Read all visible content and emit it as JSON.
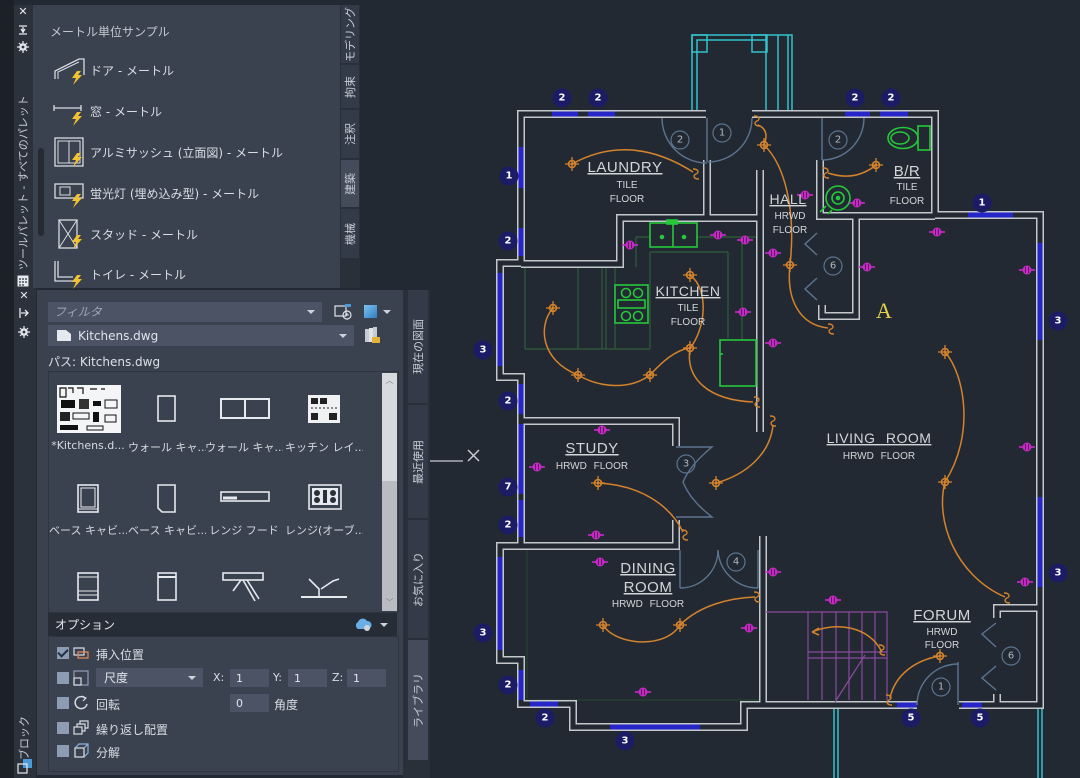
{
  "colors": {
    "canvas_background": "#222932",
    "palette_background": "#3a414f",
    "wall": "#c4c8cc",
    "window": "#2626c8",
    "window_tag": "#1b1b66",
    "door": "#5d7490",
    "porch": "#33c3c9",
    "lighting": "#d4832c",
    "outlet": "#d22bd2",
    "appliance": "#25c83a",
    "cabinet": "#2f5e3c",
    "stair": "#8a4aa0",
    "grid_marker": "#e6d24a",
    "tool_bolt": "#f2c230"
  },
  "tool_palette": {
    "title": "ツールパレット - すべてのパレット",
    "section_header": "メートル単位サンプル",
    "items": [
      {
        "label": "ドア - メートル",
        "icon": "door-icon"
      },
      {
        "label": "窓 - メートル",
        "icon": "window-icon"
      },
      {
        "label": "アルミサッシュ (立面図) - メートル",
        "icon": "aluminum-sash-icon"
      },
      {
        "label": "蛍光灯 (埋め込み型) - メートル",
        "icon": "fluorescent-light-icon"
      },
      {
        "label": "スタッド - メートル",
        "icon": "stud-icon"
      },
      {
        "label": "トイレ - メートル",
        "icon": "toilet-icon"
      }
    ],
    "tabs": [
      {
        "label": "モデリング",
        "active": false
      },
      {
        "label": "拘束",
        "active": false
      },
      {
        "label": "注釈",
        "active": false
      },
      {
        "label": "建築",
        "active": true
      },
      {
        "label": "機械",
        "active": false
      }
    ]
  },
  "blocks_palette": {
    "title": "ブロック",
    "filter": {
      "placeholder": "フィルタ",
      "value": ""
    },
    "file_select": {
      "value": "Kitchens.dwg"
    },
    "path_label": "パス: Kitchens.dwg",
    "blocks": [
      {
        "label": "*Kitchens.d..."
      },
      {
        "label": "ウォール キャ..."
      },
      {
        "label": "ウォール キャ..."
      },
      {
        "label": "キッチン レイ..."
      },
      {
        "label": "ベース キャビ..."
      },
      {
        "label": "ベース キャビ..."
      },
      {
        "label": "レンジ フード"
      },
      {
        "label": "レンジ(オーブ..."
      }
    ],
    "options": {
      "header": "オプション",
      "rows": [
        {
          "label": "挿入位置",
          "checked": true
        },
        {
          "label": "尺度",
          "checked": false
        },
        {
          "label": "回転",
          "checked": false
        },
        {
          "label": "繰り返し配置",
          "checked": false
        },
        {
          "label": "分解",
          "checked": false
        }
      ],
      "scale": {
        "mode": "尺度",
        "x_label": "X:",
        "x": "1",
        "y_label": "Y:",
        "y": "1",
        "z_label": "Z:",
        "z": "1"
      },
      "rotation": {
        "angle": "0",
        "angle_label": "角度"
      }
    },
    "tabs": [
      {
        "label": "現在の図面",
        "active": false
      },
      {
        "label": "最近使用",
        "active": false
      },
      {
        "label": "お気に入り",
        "active": false
      },
      {
        "label": "ライブラリ",
        "active": true
      }
    ]
  },
  "drawing": {
    "rooms": [
      {
        "name_lines": [
          "LAUNDRY"
        ],
        "floor_lines": [
          "TILE",
          "FLOOR"
        ]
      },
      {
        "name_lines": [
          "HALL"
        ],
        "floor_lines": [
          "HRWD",
          "FLOOR"
        ]
      },
      {
        "name_lines": [
          "B/R"
        ],
        "floor_lines": [
          "TILE",
          "FLOOR"
        ]
      },
      {
        "name_lines": [
          "KITCHEN"
        ],
        "floor_lines": [
          "TILE",
          "FLOOR"
        ]
      },
      {
        "name_lines": [
          "LIVING ROOM"
        ],
        "floor_lines": [
          "HRWD FLOOR"
        ]
      },
      {
        "name_lines": [
          "STUDY"
        ],
        "floor_lines": [
          "HRWD FLOOR"
        ]
      },
      {
        "name_lines": [
          "DINING",
          "ROOM"
        ],
        "floor_lines": [
          "HRWD FLOOR"
        ]
      },
      {
        "name_lines": [
          "FORUM"
        ],
        "floor_lines": [
          "HRWD",
          "FLOOR"
        ]
      }
    ],
    "grid_marker": "A",
    "window_tags": [
      {
        "label": "2"
      },
      {
        "label": "2"
      },
      {
        "label": "2"
      },
      {
        "label": "2"
      },
      {
        "label": "1"
      },
      {
        "label": "2"
      },
      {
        "label": "3"
      },
      {
        "label": "2"
      },
      {
        "label": "7"
      },
      {
        "label": "2"
      },
      {
        "label": "3"
      },
      {
        "label": "2"
      },
      {
        "label": "2"
      },
      {
        "label": "3"
      },
      {
        "label": "1"
      },
      {
        "label": "3"
      },
      {
        "label": "3"
      },
      {
        "label": "5"
      },
      {
        "label": "5"
      }
    ],
    "door_tags": [
      {
        "label": "2"
      },
      {
        "label": "1"
      },
      {
        "label": "2"
      },
      {
        "label": "6"
      },
      {
        "label": "3"
      },
      {
        "label": "4"
      },
      {
        "label": "6"
      },
      {
        "label": "1"
      }
    ]
  }
}
